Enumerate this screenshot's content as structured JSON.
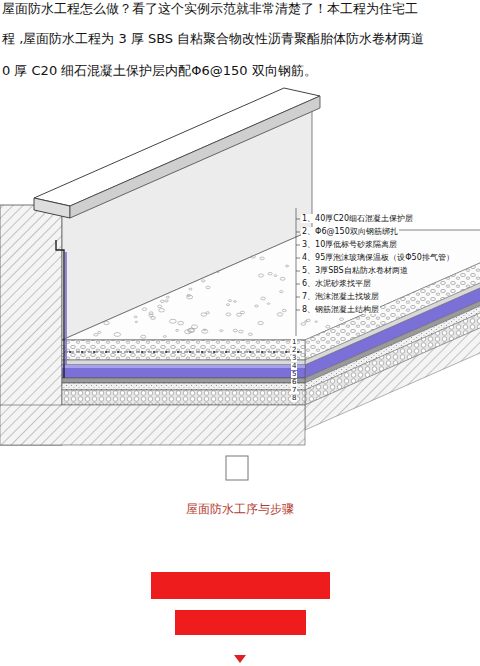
{
  "diagram": {
    "caption": "屋面防水工序与步骤",
    "labels": [
      "屋面防水工程怎么做？看了这个实例示范就非常清楚了！本工程为住宅工",
      "程 ,屋面防水工程为 3 厚 SBS 自粘聚合物改性沥青聚酯胎体防水卷材两道",
      "0 厚 C20 细石混凝土保护层内配Φ6@150 双向钢筋。",
      "1、40厚C20细石混凝土保护层",
      "2、Φ6@150双向钢筋绑扎",
      "3、10厚低标号砂浆隔离层",
      "4、95厚泡沫玻璃保温板（设Φ50排气管）",
      "5、3厚SBS自粘防水卷材两道",
      "6、水泥砂浆找平层",
      "7、泡沫混凝土找坡层",
      "8、钢筋混凝土结构层",
      "1",
      "2",
      "3",
      "4",
      "5",
      "6",
      "7",
      "8"
    ]
  }
}
